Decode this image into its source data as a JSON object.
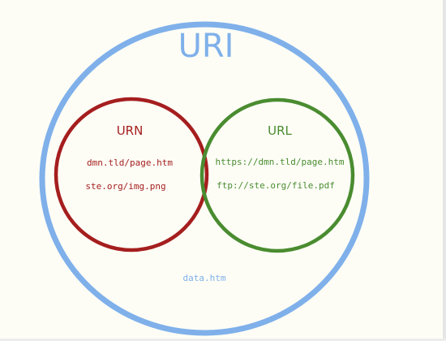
{
  "diagram": {
    "uri": {
      "label": "URI",
      "color": "#7fb0ea",
      "items": [
        "data.htm"
      ]
    },
    "urn": {
      "label": "URN",
      "color": "#a51e1e",
      "items": [
        "dmn.tld/page.htm",
        "ste.org/img.png"
      ]
    },
    "url": {
      "label": "URL",
      "color": "#4a8c30",
      "items": [
        "https://dmn.tld/page.htm",
        "ftp://ste.org/file.pdf"
      ]
    }
  }
}
